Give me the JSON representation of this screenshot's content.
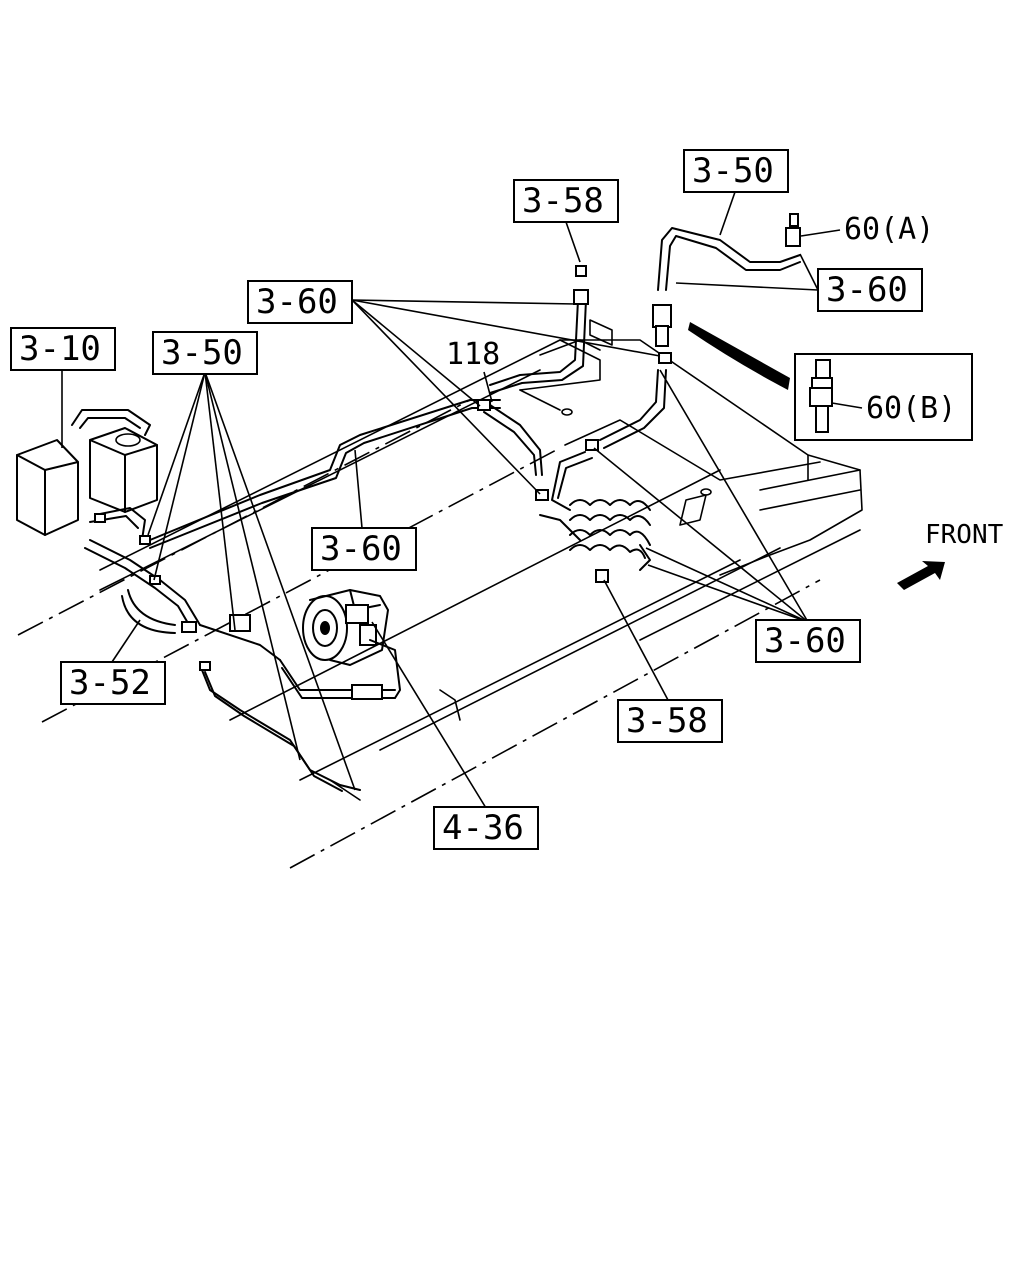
{
  "callouts": {
    "c_3_50_top": "3-50",
    "c_3_58_top": "3-58",
    "c_60a": "60(A)",
    "c_3_60_right": "3-60",
    "c_3_60_topleft": "3-60",
    "c_118": "118",
    "c_3_10": "3-10",
    "c_3_50_left": "3-50",
    "c_60b": "60(B)",
    "c_3_60_mid": "3-60",
    "c_3_52": "3-52",
    "c_3_60_bottomright": "3-60",
    "c_3_58_bottom": "3-58",
    "c_4_36": "4-36"
  },
  "direction": {
    "label": "FRONT"
  }
}
